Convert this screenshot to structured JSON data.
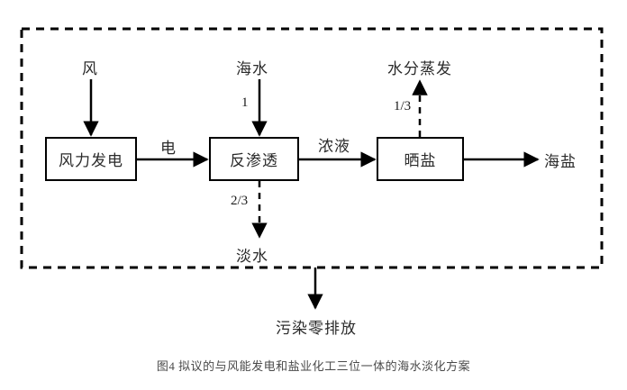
{
  "figure": {
    "caption": "图4  拟议的与风能发电和盐业化工三位一体的海水淡化方案",
    "boundary_label": "system-boundary"
  },
  "nodes": [
    {
      "id": "wind-power",
      "label": "风力发电"
    },
    {
      "id": "reverse-osmosis",
      "label": "反渗透"
    },
    {
      "id": "salt-evaporation",
      "label": "晒盐"
    }
  ],
  "inputs": [
    {
      "id": "wind",
      "label": "风"
    },
    {
      "id": "seawater",
      "label": "海水",
      "ratio": "1"
    }
  ],
  "outputs": [
    {
      "id": "fresh-water",
      "label": "淡水",
      "ratio": "2/3"
    },
    {
      "id": "water-evaporation",
      "label": "水分蒸发",
      "ratio": "1/3"
    },
    {
      "id": "sea-salt",
      "label": "海盐"
    },
    {
      "id": "zero-emission",
      "label": "污染零排放"
    }
  ],
  "connectors": [
    {
      "id": "electricity",
      "label": "电"
    },
    {
      "id": "concentrate",
      "label": "浓液"
    }
  ],
  "colors": {
    "line": "#000000",
    "text": "#2b2b2b",
    "caption": "#4a4a4a",
    "background": "#ffffff"
  }
}
